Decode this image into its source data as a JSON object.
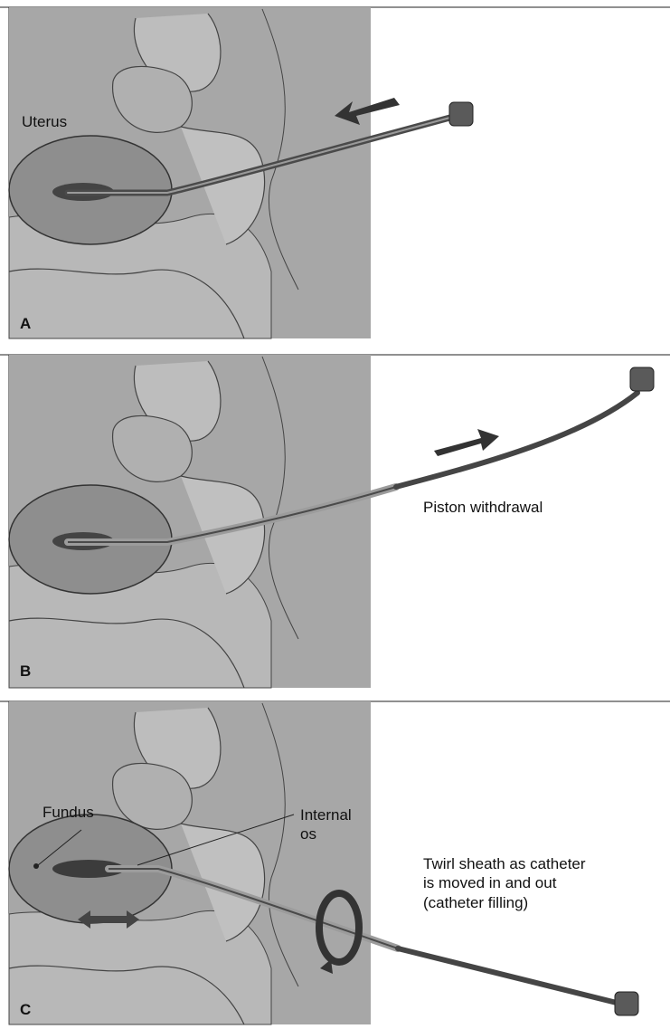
{
  "panels": [
    {
      "letter": "A",
      "labels": {
        "uterus": "Uterus"
      }
    },
    {
      "letter": "B",
      "labels": {
        "piston": "Piston withdrawal"
      }
    },
    {
      "letter": "C",
      "labels": {
        "fundus": "Fundus",
        "internal_os": "Internal\nos",
        "twirl": "Twirl sheath as catheter\nis moved in and out\n(catheter filling)"
      }
    }
  ],
  "colors": {
    "background_tissue": "#b9b9b9",
    "panel_gray": "#a6a6a6",
    "uterus": "#8f8f8f",
    "catheter": "#505050",
    "arrow": "#3a3a3a"
  }
}
